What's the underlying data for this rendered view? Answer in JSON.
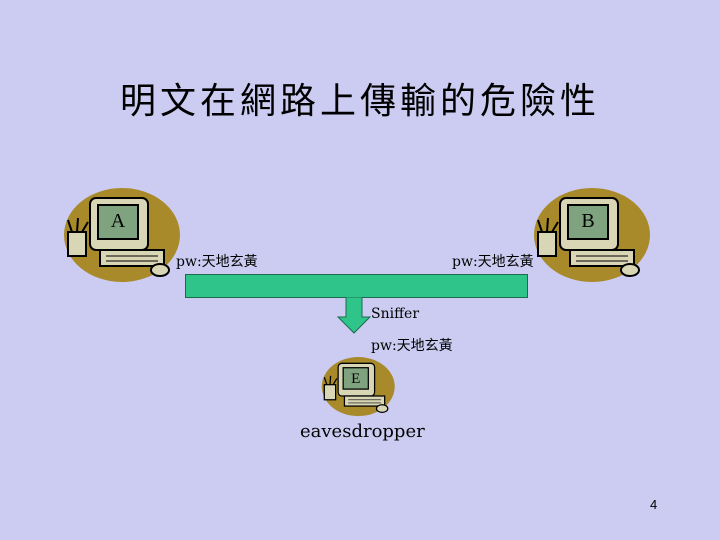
{
  "title": "明文在網路上傳輸的危險性",
  "nodes": {
    "a": {
      "badge": "A",
      "password_label": "pw:天地玄黃"
    },
    "b": {
      "badge": "B",
      "password_label": "pw:天地玄黃"
    },
    "e": {
      "badge": "E",
      "caption": "eavesdropper"
    }
  },
  "sniffer": {
    "label": "Sniffer",
    "captured_label": "pw:天地玄黃"
  },
  "slide_number": "4",
  "colors": {
    "background": "#ccccf2",
    "bus": "#2ec48a",
    "computer_shadow": "#a88a2a",
    "screen": "#7fa37f"
  }
}
